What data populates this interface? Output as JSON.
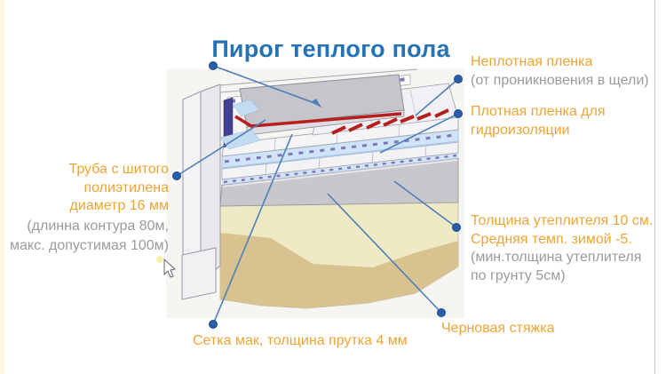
{
  "page": {
    "title": "Пирог теплого пола"
  },
  "colors": {
    "title_blue": "#2473b4",
    "accent_orange": "#efa435",
    "muted_gray": "#9b9b9b",
    "callout_line_blue": "#4d7fb8",
    "callout_dot_blue": "#2a5ea8",
    "pipe_red": "#b5201e",
    "film_blue": "#cfe4f6",
    "mesh_purple": "#8377b8",
    "slab_gray": "#c6c5cb",
    "ground_light": "#efeac5",
    "ground_dark": "#d8c390"
  },
  "labels": {
    "loose_film": {
      "line1": "Неплотная пленка",
      "line2": "(от проникновения в щели)"
    },
    "dense_film": {
      "line1": "Плотная пленка для",
      "line2": "гидроизоляции"
    },
    "insulation": {
      "line1": "Толщина утеплителя 10 см.",
      "line2": "Средняя темп. зимой -5.",
      "line3": "(мин.толщина утеплителя",
      "line4": "по грунту 5см)"
    },
    "rough_screed": {
      "line1": "Черновая стяжка"
    },
    "pipe": {
      "line1": "Труба с шитого",
      "line2": "полиэтилена",
      "line3": "диаметр 16 мм",
      "line4": "(длинна контура 80м,",
      "line5": "макс. допустимая 100м)"
    },
    "mesh": {
      "line1": "Сетка мак, толщина прутка 4 мм"
    }
  }
}
